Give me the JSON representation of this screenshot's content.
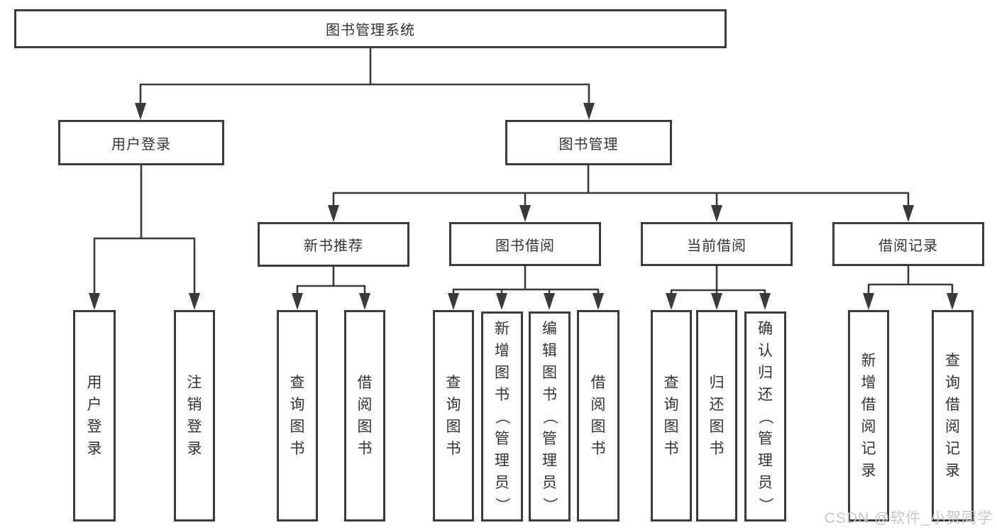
{
  "diagram": {
    "tree": {
      "label": "图书管理系统",
      "children": [
        {
          "label": "用户登录",
          "children": [
            {
              "label": "用户登录"
            },
            {
              "label": "注销登录"
            }
          ]
        },
        {
          "label": "图书管理",
          "children": [
            {
              "label": "新书推荐",
              "children": [
                {
                  "label": "查询图书"
                },
                {
                  "label": "借阅图书"
                }
              ]
            },
            {
              "label": "图书借阅",
              "children": [
                {
                  "label": "查询图书"
                },
                {
                  "label": "新增图书（管理员）"
                },
                {
                  "label": "编辑图书（管理员）"
                },
                {
                  "label": "借阅图书"
                }
              ]
            },
            {
              "label": "当前借阅",
              "children": [
                {
                  "label": "查询图书"
                },
                {
                  "label": "归还图书"
                },
                {
                  "label": "确认归还（管理员）"
                }
              ]
            },
            {
              "label": "借阅记录",
              "children": [
                {
                  "label": "新增借阅记录"
                },
                {
                  "label": "查询借阅记录"
                }
              ]
            }
          ]
        }
      ]
    },
    "watermark": "CSDN @软件_小贺同学",
    "colors": {
      "line": "#3a3a3a",
      "border": "#3b3b3b",
      "text": "#333333",
      "watermark": "#c6c6c6",
      "background": "#ffffff"
    }
  }
}
